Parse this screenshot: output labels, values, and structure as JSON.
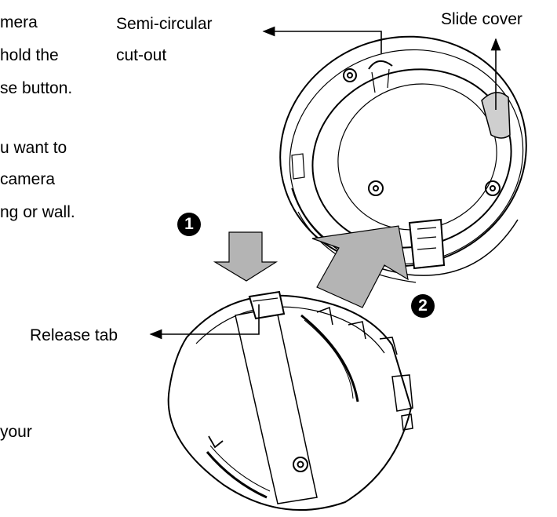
{
  "left_text_fragments": [
    "mera",
    "hold the",
    "se button.",
    "u want to",
    "camera",
    "ng or wall.",
    "your"
  ],
  "labels": {
    "semi_circular": [
      "Semi-circular",
      "cut-out"
    ],
    "slide_cover": "Slide cover",
    "release_tab": "Release tab"
  },
  "steps": [
    "1",
    "2"
  ]
}
